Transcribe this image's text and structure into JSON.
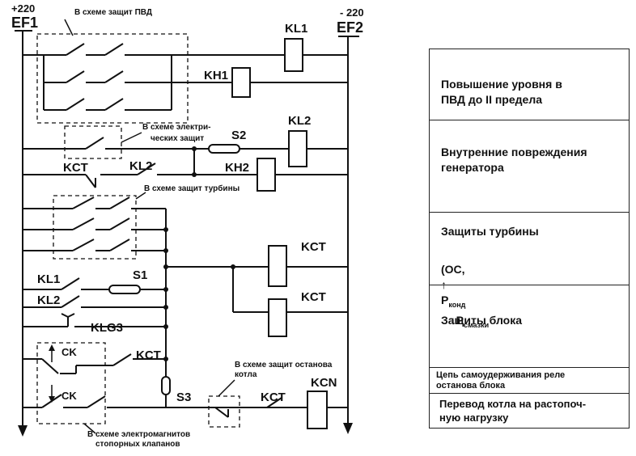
{
  "bus": {
    "left_voltage": "+220",
    "left_name": "EF1",
    "right_voltage": "- 220",
    "right_name": "EF2"
  },
  "notes": {
    "pvd": "В схеме защит ПВД",
    "electrical_1": "В схеме электри-",
    "electrical_2": "ческих защит",
    "turbine": "В схеме защит турбины",
    "boiler_1": "В схеме защит останова",
    "boiler_2": "котла",
    "valves_1": "В схеме электромагнитов",
    "valves_2": "стопорных клапанов"
  },
  "labels": {
    "kl1_coil": "KL1",
    "kh1": "KH1",
    "kl2_coil": "KL2",
    "s2": "S2",
    "kh2": "KH2",
    "kct_contact": "KCT",
    "kl2_contact": "KL2",
    "kct_coil_1": "KCT",
    "kct_coil_2": "KCT",
    "kl1_contact": "KL1",
    "s1": "S1",
    "kl2_contact_2": "KL2",
    "klg3": "KLG3",
    "ck_up": "CK",
    "kct_contact_2": "KCT",
    "ck_down": "CK",
    "s3": "S3",
    "kct_contact_3": "KCT",
    "kcn": "KCN"
  },
  "legend": [
    "Повышение уровня в\nПВД до II предела",
    "Внутренние повреждения\nгенератора",
    "Защиты турбины",
    "Защиты  блока",
    "Цепь самоудерживания реле\nостанова блока",
    "Перевод котла на растопоч-\nную нагрузку"
  ],
  "legend_turbine_sub": {
    "prefix": "(ОС,",
    "p1": "P",
    "p1_sub": "конд",
    "p2": "P",
    "p2_sub": "смазки"
  }
}
